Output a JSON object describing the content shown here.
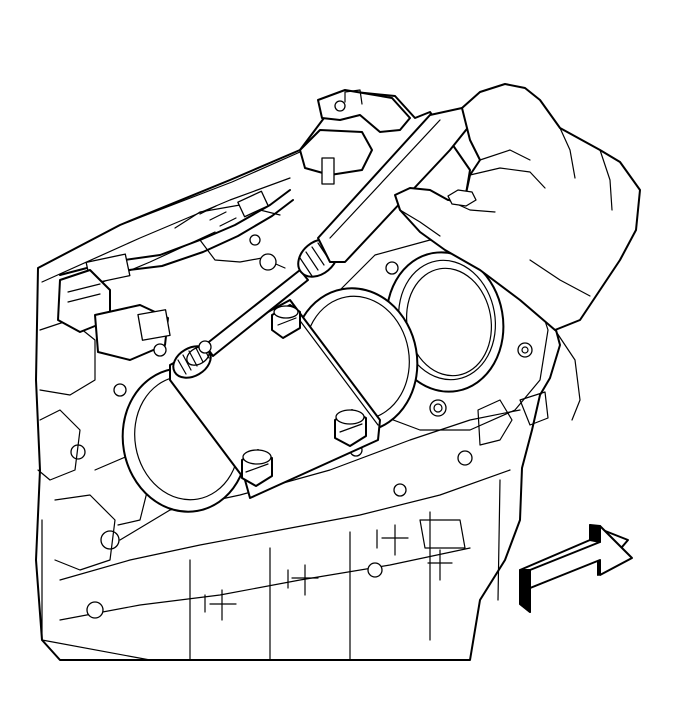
{
  "figure": {
    "subject": "engine-block-cylinder-bore-service-illustration",
    "colors": {
      "line": "#000000",
      "background": "#ffffff"
    },
    "icons": [
      "engine-block",
      "cylinder-bore",
      "bore-fixture-plate",
      "bolt",
      "tool-handle",
      "hand",
      "view-direction-arrow"
    ]
  }
}
